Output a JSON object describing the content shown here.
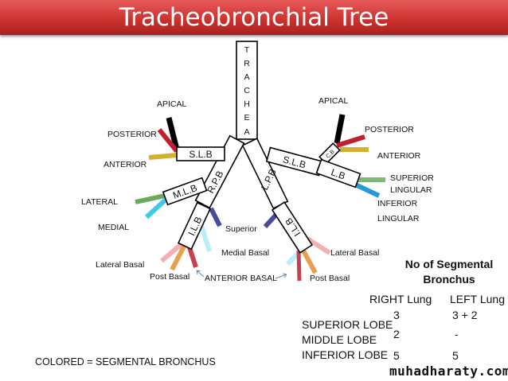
{
  "title": "Tracheobronchial Tree",
  "trachea_letters": [
    "T",
    "R",
    "A",
    "C",
    "H",
    "E",
    "A"
  ],
  "boxes": {
    "right_slb": "S.L.B",
    "right_mlb": "M.L.B",
    "right_rpb": "R.P.B",
    "right_ilb": "I.L.B",
    "left_slb": "S.L.B",
    "left_cb": "C.B",
    "left_lb": "L.B",
    "left_lpb": "L.P.B",
    "left_ilb": "I.L.B"
  },
  "right_labels": {
    "apical": "APICAL",
    "posterior": "POSTERIOR",
    "anterior": "ANTERIOR",
    "lateral": "LATERAL",
    "medial": "MEDIAL",
    "superior": "Superior",
    "medial_basal": "Medial Basal",
    "lateral_basal": "Lateral Basal",
    "post_basal": "Post Basal",
    "anterior_basal": "ANTERIOR BASAL"
  },
  "left_labels": {
    "apical": "APICAL",
    "posterior": "POSTERIOR",
    "anterior": "ANTERIOR",
    "superior_lingular_1": "SUPERIOR",
    "superior_lingular_2": "LINGULAR",
    "inferior_lingular_1": "INFERIOR",
    "inferior_lingular_2": "LINGULAR",
    "lateral_basal": "Lateral Basal",
    "post_basal": "Post Basal"
  },
  "legend_note": "COLORED = SEGMENTAL BRONCHUS",
  "table": {
    "title_1": "No of Segmental",
    "title_2": "Bronchus",
    "col_right": "RIGHT Lung",
    "col_left": "LEFT Lung",
    "rows": [
      {
        "lobe": "SUPERIOR LOBE",
        "right": "3",
        "left": "3 + 2"
      },
      {
        "lobe": "MIDDLE LOBE",
        "right": "2",
        "left": "-"
      },
      {
        "lobe": "INFERIOR LOBE",
        "right": "5",
        "left": "5"
      }
    ]
  },
  "watermark": "muhadharaty.com",
  "colors": {
    "title_bg": "#c9302c",
    "apical": "#000000",
    "posterior": "#c0202e",
    "anterior": "#d4b030",
    "lateral": "#6aaa5a",
    "medial": "#40c8e8",
    "superior": "#4a4a9a",
    "medial_basal": "#b8eef8",
    "lateral_basal": "#f4b0b0",
    "post_basal": "#e8a050",
    "anterior_basal": "#c84050",
    "superior_lingular": "#80b878",
    "inferior_lingular": "#2a98d8"
  }
}
